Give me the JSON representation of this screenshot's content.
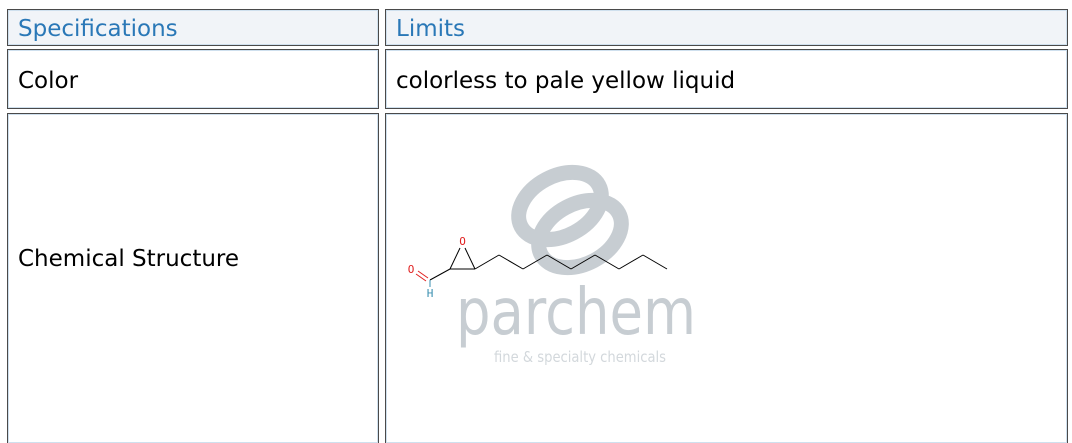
{
  "table": {
    "header": {
      "spec": "Specifications",
      "limits": "Limits"
    },
    "rows": [
      {
        "spec": "Color",
        "limit": "colorless to pale yellow liquid"
      },
      {
        "spec": "Chemical Structure",
        "limit": ""
      }
    ]
  },
  "structure": {
    "atom_o_epoxide": "O",
    "atom_o_aldehyde": "O",
    "atom_h": "H"
  },
  "watermark": {
    "brand": "parchem",
    "tagline": "fine & specialty chemicals"
  },
  "colors": {
    "header_text": "#2a78b7",
    "header_bg": "#f1f4f8",
    "oxygen": "#e02020",
    "hydrogen": "#3a8fb0",
    "watermark": "#c7cdd2"
  }
}
